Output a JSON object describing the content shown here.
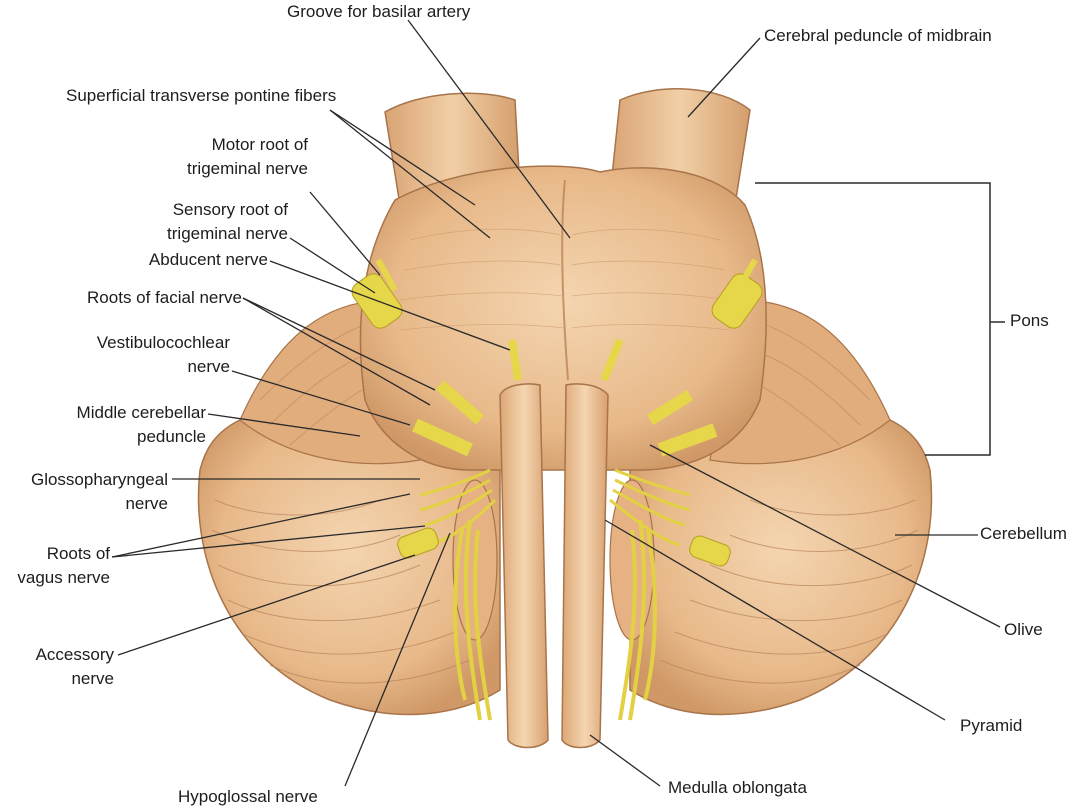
{
  "labels": {
    "groove_basilar": "Groove for basilar artery",
    "cerebral_peduncle": "Cerebral peduncle of midbrain",
    "superficial_transverse": "Superficial transverse pontine fibers",
    "motor_root_1": "Motor root of",
    "motor_root_2": "trigeminal nerve",
    "sensory_root_1": "Sensory root of",
    "sensory_root_2": "trigeminal nerve",
    "abducent": "Abducent nerve",
    "facial_roots": "Roots of facial nerve",
    "vestibulo_1": "Vestibulocochlear",
    "vestibulo_2": "nerve",
    "middle_cerebellar_1": "Middle cerebellar",
    "middle_cerebellar_2": "peduncle",
    "glosso_1": "Glossopharyngeal",
    "glosso_2": "nerve",
    "vagus_1": "Roots of",
    "vagus_2": "vagus nerve",
    "accessory_1": "Accessory",
    "accessory_2": "nerve",
    "hypoglossal": "Hypoglossal nerve",
    "pons": "Pons",
    "cerebellum": "Cerebellum",
    "olive": "Olive",
    "pyramid": "Pyramid",
    "medulla": "Medulla oblongata"
  },
  "colors": {
    "tissue": "#e8b98a",
    "tissue_dark": "#c8905e",
    "tissue_light": "#f3d3ac",
    "nerve": "#e6d64a",
    "nerve_dark": "#b59f1e",
    "leader": "#2a2a2a"
  }
}
